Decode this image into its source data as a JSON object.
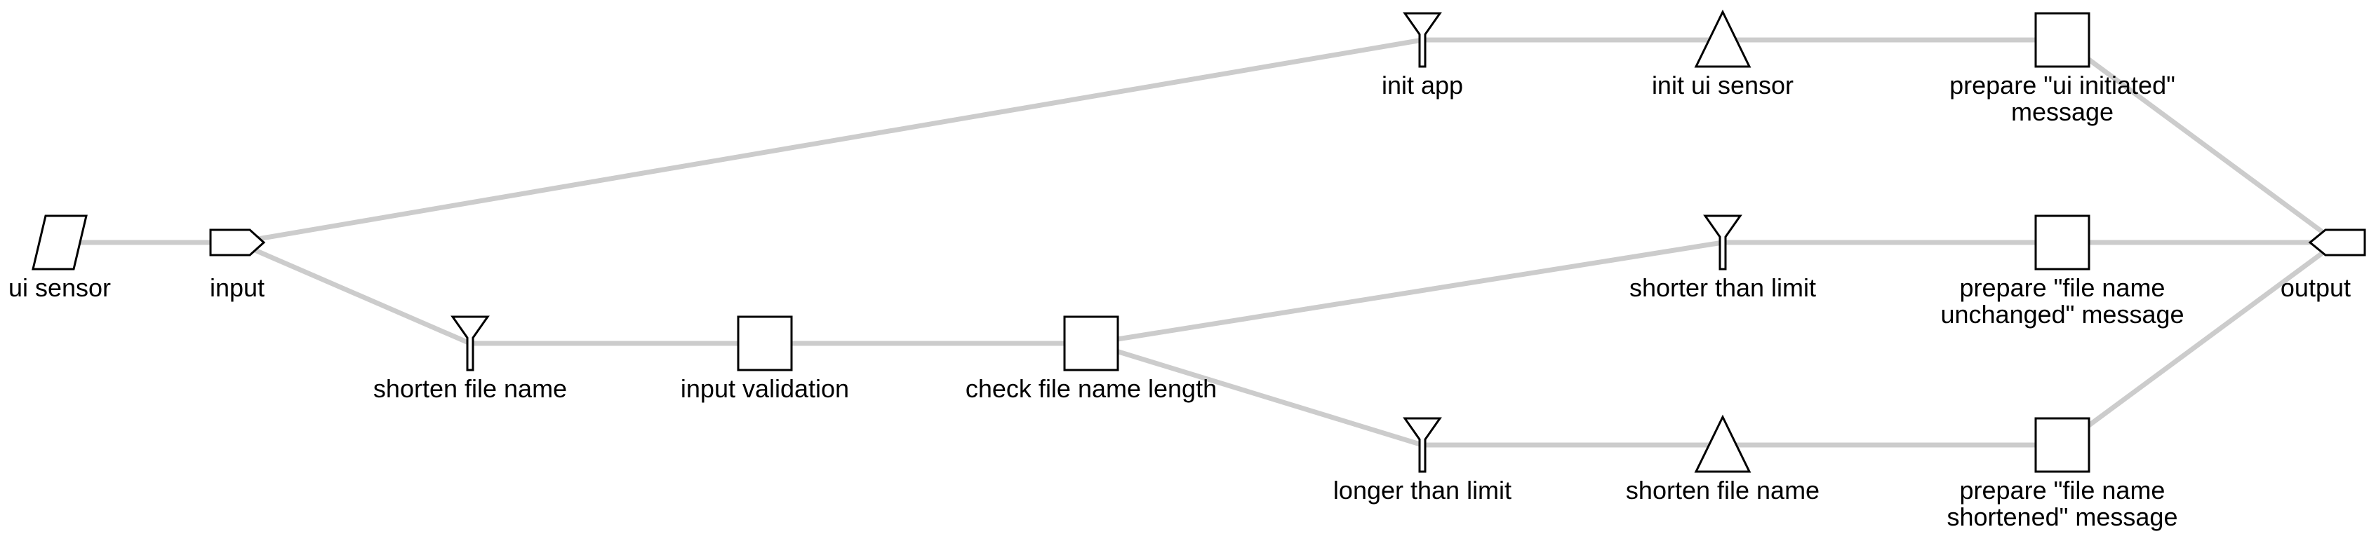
{
  "nodes": [
    {
      "id": "ui_sensor",
      "shape": "parallelogram",
      "label": [
        "ui sensor"
      ]
    },
    {
      "id": "input",
      "shape": "input-port",
      "label": [
        "input"
      ]
    },
    {
      "id": "init_app",
      "shape": "funnel",
      "label": [
        "init app"
      ]
    },
    {
      "id": "init_ui_sensor",
      "shape": "triangle",
      "label": [
        "init ui sensor"
      ]
    },
    {
      "id": "prepare_ui_initiated",
      "shape": "square",
      "label": [
        "prepare \"ui initiated\"",
        "message"
      ]
    },
    {
      "id": "shorten_file_name_filter",
      "shape": "funnel",
      "label": [
        "shorten file name"
      ]
    },
    {
      "id": "input_validation",
      "shape": "square",
      "label": [
        "input validation"
      ]
    },
    {
      "id": "check_file_name_length",
      "shape": "square",
      "label": [
        "check file name length"
      ]
    },
    {
      "id": "shorter_than_limit",
      "shape": "funnel",
      "label": [
        "shorter than limit"
      ]
    },
    {
      "id": "prepare_unchanged",
      "shape": "square",
      "label": [
        "prepare \"file name",
        "unchanged\" message"
      ]
    },
    {
      "id": "longer_than_limit",
      "shape": "funnel",
      "label": [
        "longer than limit"
      ]
    },
    {
      "id": "shorten_file_name_action",
      "shape": "triangle",
      "label": [
        "shorten file name"
      ]
    },
    {
      "id": "prepare_shortened",
      "shape": "square",
      "label": [
        "prepare \"file name",
        "shortened\" message"
      ]
    },
    {
      "id": "output",
      "shape": "output-port",
      "label": [
        "output"
      ]
    }
  ],
  "edges": [
    [
      "ui_sensor",
      "input"
    ],
    [
      "input",
      "init_app"
    ],
    [
      "init_app",
      "init_ui_sensor"
    ],
    [
      "init_ui_sensor",
      "prepare_ui_initiated"
    ],
    [
      "prepare_ui_initiated",
      "output"
    ],
    [
      "input",
      "shorten_file_name_filter"
    ],
    [
      "shorten_file_name_filter",
      "input_validation"
    ],
    [
      "input_validation",
      "check_file_name_length"
    ],
    [
      "check_file_name_length",
      "shorter_than_limit"
    ],
    [
      "shorter_than_limit",
      "prepare_unchanged"
    ],
    [
      "prepare_unchanged",
      "output"
    ],
    [
      "check_file_name_length",
      "longer_than_limit"
    ],
    [
      "longer_than_limit",
      "shorten_file_name_action"
    ],
    [
      "shorten_file_name_action",
      "prepare_shortened"
    ],
    [
      "prepare_shortened",
      "output"
    ]
  ],
  "colors": {
    "edge": "#cccccc",
    "stroke": "#000000",
    "fill": "#ffffff",
    "text": "#000000"
  }
}
